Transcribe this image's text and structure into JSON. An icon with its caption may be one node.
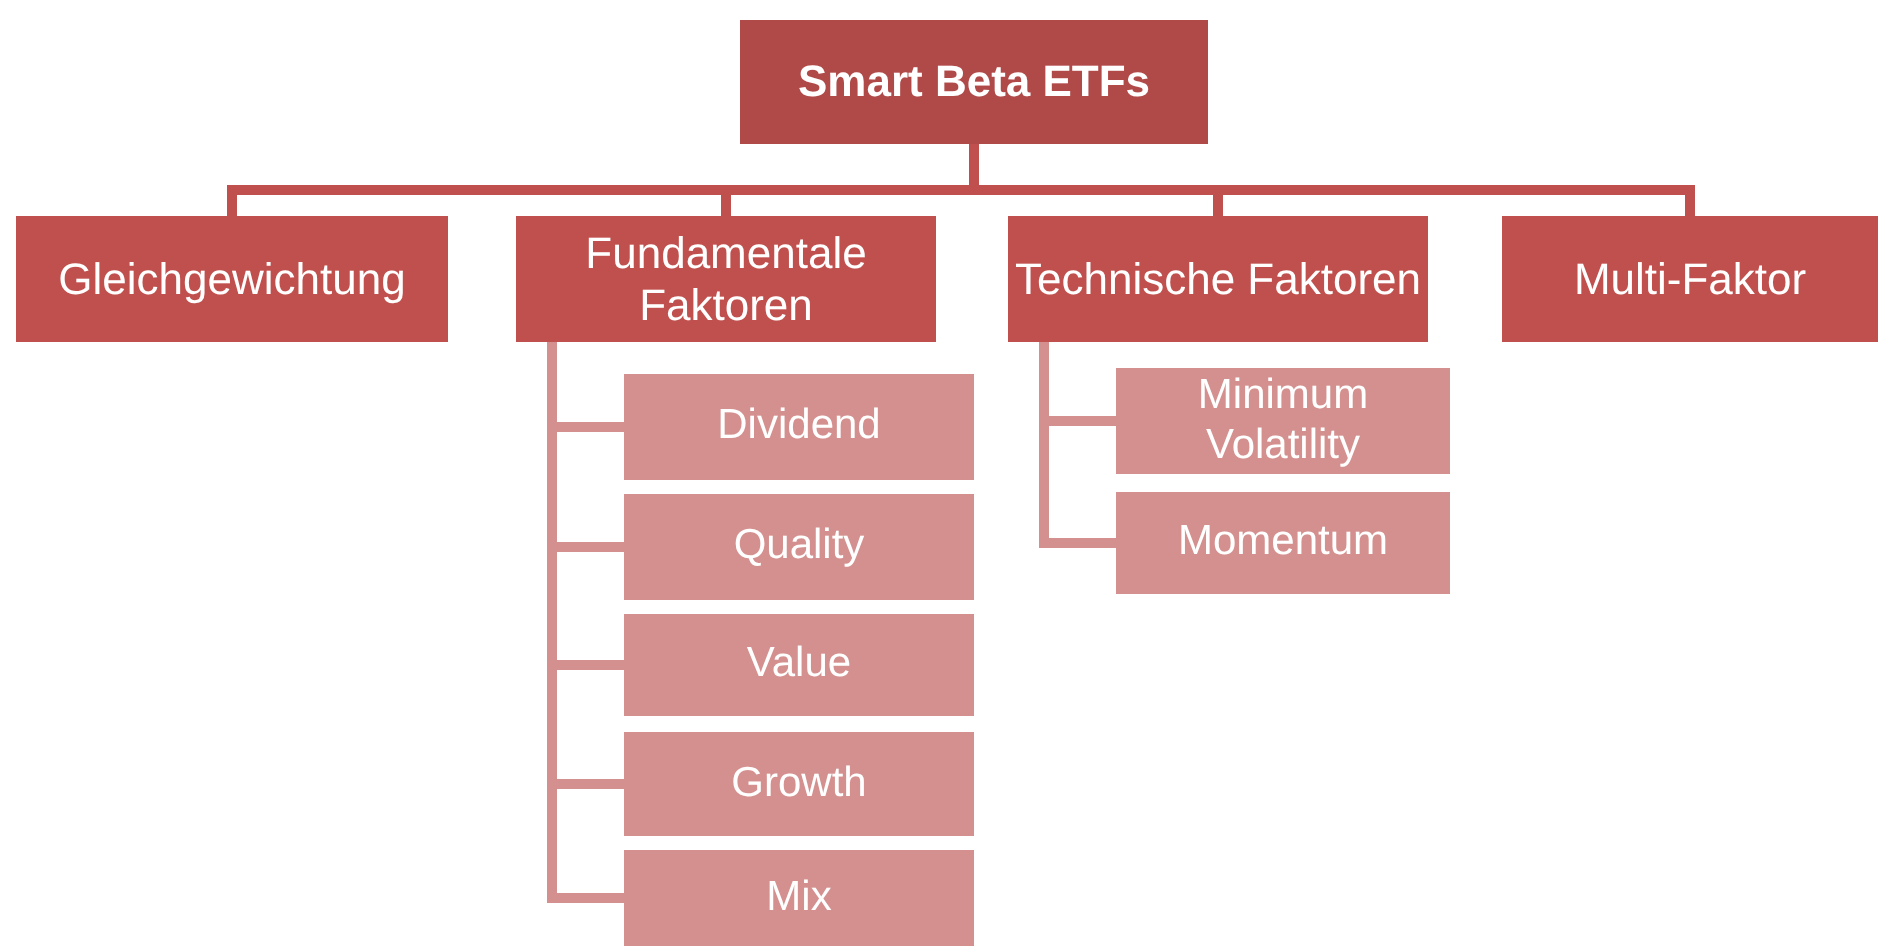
{
  "diagram": {
    "nodes": [
      {
        "text": [
          "Smart Beta ETFs"
        ]
      },
      {
        "text": [
          "Gleichgewichtung"
        ]
      },
      {
        "text": [
          "Fundamentale Faktoren"
        ]
      },
      {
        "text": [
          "Technische Faktoren"
        ]
      },
      {
        "text": [
          "Multi-Faktor"
        ]
      },
      {
        "text": [
          "Dividend"
        ]
      },
      {
        "text": [
          "Quality"
        ]
      },
      {
        "text": [
          "Value"
        ]
      },
      {
        "text": [
          "Growth"
        ]
      },
      {
        "text": [
          "Mix"
        ]
      },
      {
        "text": [
          "Minimum Volatility"
        ]
      },
      {
        "text": [
          "Momentum"
        ]
      }
    ],
    "edges": [
      {
        "from": 0,
        "to": 1,
        "arrow": "none",
        "color": "#c0504d"
      },
      {
        "from": 0,
        "to": 2,
        "arrow": "none",
        "color": "#c0504d"
      },
      {
        "from": 0,
        "to": 3,
        "arrow": "none",
        "color": "#c0504d"
      },
      {
        "from": 0,
        "to": 4,
        "arrow": "none",
        "color": "#c0504d"
      },
      {
        "from": 2,
        "to": 5,
        "arrow": "none"
      },
      {
        "from": 2,
        "to": 6,
        "arrow": "none"
      },
      {
        "from": 2,
        "to": 7,
        "arrow": "none"
      },
      {
        "from": 2,
        "to": 8,
        "arrow": "none"
      },
      {
        "from": 2,
        "to": 9,
        "arrow": "none"
      },
      {
        "from": 3,
        "to": 10,
        "arrow": "none"
      },
      {
        "from": 3,
        "to": 11,
        "arrow": "none"
      }
    ]
  }
}
